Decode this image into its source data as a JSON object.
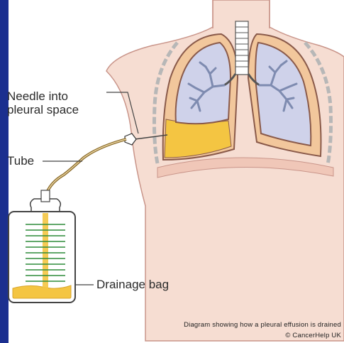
{
  "labels": {
    "needle_line1": "Needle into",
    "needle_line2": "pleural space",
    "tube": "Tube",
    "drainage_bag": "Drainage bag"
  },
  "caption": {
    "line1": "Diagram showing how a pleural effusion is drained",
    "line2": "© CancerHelp UK"
  },
  "colors": {
    "frame_bar": "#1b2f8f",
    "skin": "#f6ddd2",
    "skin_outline": "#c9958a",
    "pleura": "#f2c79c",
    "pleura_outline": "#8a5a4a",
    "lung": "#cfd2ea",
    "airways": "#7e8bb0",
    "fluid": "#f4c542",
    "bag_scale": "#2e8b3a",
    "tube": "#8a6a2a"
  }
}
